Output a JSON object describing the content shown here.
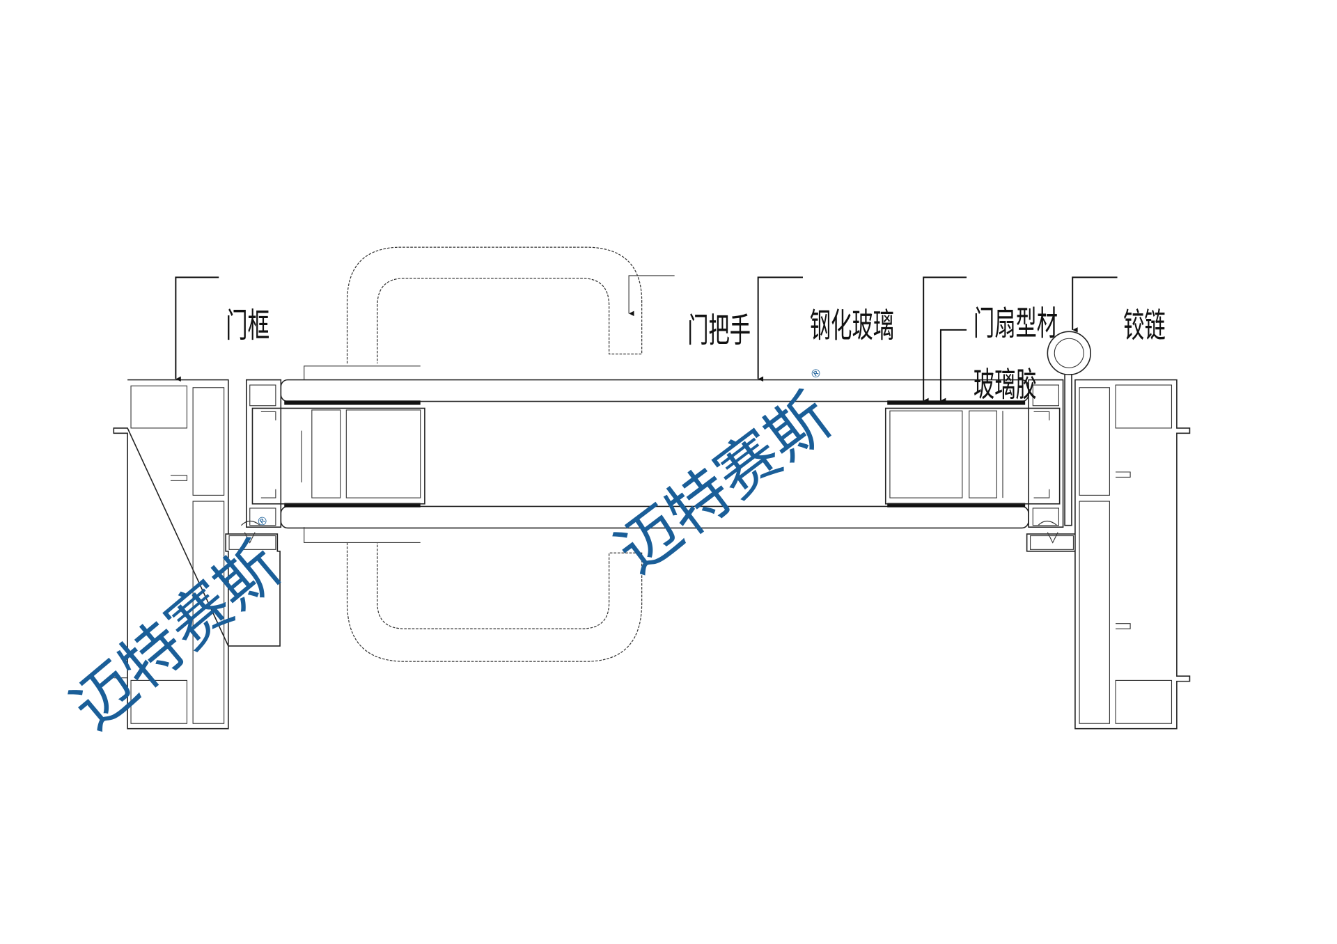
{
  "labels": {
    "door_frame": "门框",
    "door_handle": "门把手",
    "tempered_glass": "钢化玻璃",
    "sash_profile": "门扇型材",
    "glass_sealant": "玻璃胶",
    "hinge": "铰链"
  },
  "watermark": {
    "text": "迈特赛斯",
    "registered": "®",
    "color": "#1a5e98"
  }
}
